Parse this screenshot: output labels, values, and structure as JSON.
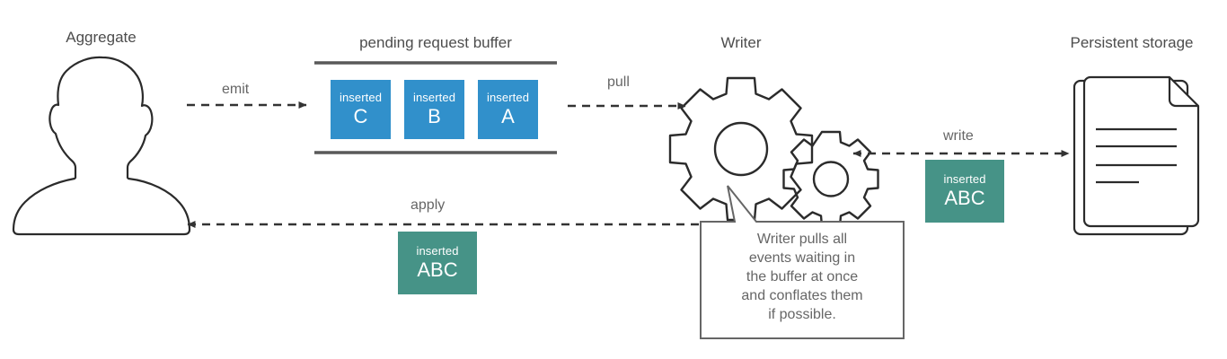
{
  "diagram": {
    "title_aggregate": "Aggregate",
    "title_buffer": "pending request buffer",
    "title_writer": "Writer",
    "title_storage": "Persistent storage",
    "edges": {
      "emit": "emit",
      "pull": "pull",
      "write": "write",
      "apply": "apply"
    },
    "buffer_events": [
      {
        "kind": "inserted",
        "payload": "C"
      },
      {
        "kind": "inserted",
        "payload": "B"
      },
      {
        "kind": "inserted",
        "payload": "A"
      }
    ],
    "write_event": {
      "kind": "inserted",
      "payload": "ABC"
    },
    "apply_event": {
      "kind": "inserted",
      "payload": "ABC"
    },
    "callout": "Writer pulls all\nevents waiting in\nthe buffer at once\nand conflates them\nif possible.",
    "colors": {
      "event_blue": "#3190cb",
      "event_teal": "#469387",
      "stroke_dark": "#2b2b2b",
      "stroke_gray": "#666666",
      "rail_gray": "#595959",
      "text_gray": "#555555"
    }
  }
}
